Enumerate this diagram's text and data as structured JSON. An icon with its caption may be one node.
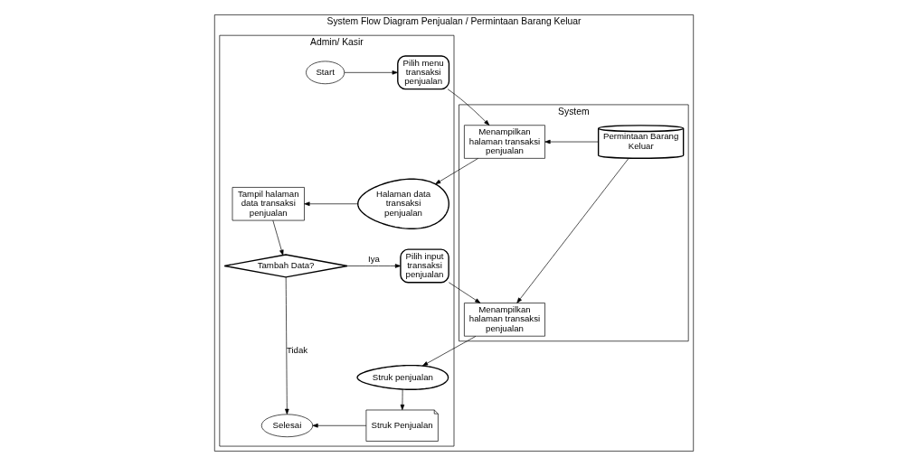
{
  "diagram": {
    "nodes": [
      {
        "text": [
          "System Flow Diagram Penjualan / Permintaan Barang Keluar"
        ]
      },
      {
        "text": [
          "Admin/ Kasir"
        ],
        "in": 0
      },
      {
        "text": [
          "System"
        ],
        "in": 0
      },
      {
        "text": [
          "Start"
        ],
        "in": 1
      },
      {
        "text": [
          "Pilih menu transaksi penjualan"
        ],
        "in": 1
      },
      {
        "text": [
          "Menampilkan halaman transaksi penjualan"
        ],
        "in": 2
      },
      {
        "text": [
          "Permintaan Barang Keluar"
        ],
        "in": 2
      },
      {
        "text": [
          "Tampil halaman data transaksi penjualan"
        ],
        "in": 1
      },
      {
        "text": [
          "Halaman data transaksi penjualan"
        ],
        "in": 1
      },
      {
        "text": [
          "Tambah Data?"
        ],
        "in": 1
      },
      {
        "text": [
          "Pilih input transaksi penjualan"
        ],
        "in": 1
      },
      {
        "text": [
          "Menampilkan halaman transaksi penjualan"
        ],
        "in": 2
      },
      {
        "text": [
          "Struk penjualan"
        ],
        "in": 1
      },
      {
        "text": [
          "Struk Penjualan"
        ],
        "in": 1
      },
      {
        "text": [
          "Selesai"
        ],
        "in": 1
      }
    ],
    "edges": [
      {
        "from": 3,
        "to": 4,
        "arrow": "to"
      },
      {
        "from": 4,
        "to": 5,
        "arrow": "to"
      },
      {
        "from": 6,
        "to": 5,
        "arrow": "to"
      },
      {
        "from": 5,
        "to": 8,
        "arrow": "to"
      },
      {
        "from": 8,
        "to": 7,
        "arrow": "to"
      },
      {
        "from": 7,
        "to": 9,
        "arrow": "to"
      },
      {
        "from": 9,
        "to": 10,
        "label": "Iya",
        "arrow": "to"
      },
      {
        "from": 9,
        "to": 14,
        "label": "Tidak",
        "arrow": "to"
      },
      {
        "from": 10,
        "to": 11,
        "arrow": "to"
      },
      {
        "from": 6,
        "to": 11,
        "arrow": "to"
      },
      {
        "from": 11,
        "to": 12,
        "arrow": "to"
      },
      {
        "from": 12,
        "to": 13,
        "arrow": "to"
      },
      {
        "from": 13,
        "to": 14,
        "arrow": "to"
      }
    ]
  }
}
